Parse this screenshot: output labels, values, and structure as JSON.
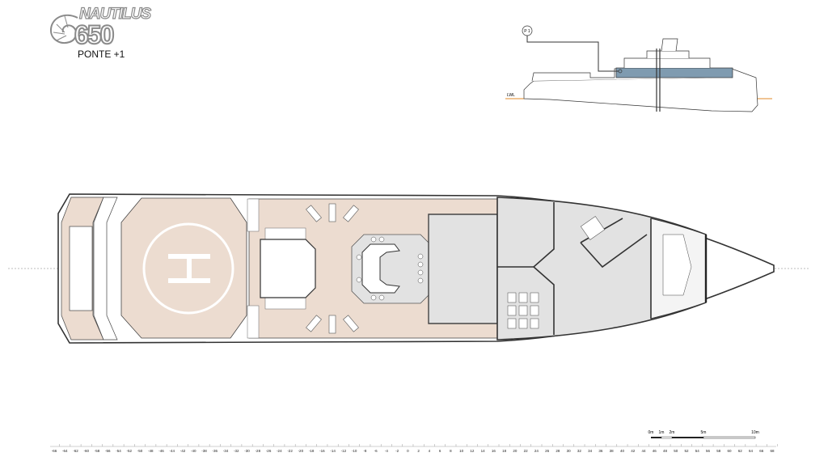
{
  "logo": {
    "word": "NAUTILUS",
    "number": "650",
    "icon": "nautilus-shell-icon"
  },
  "deck_name": "PONTE +1",
  "profile": {
    "callout": "P 1",
    "waterline_label": "LWL"
  },
  "scale_bar": {
    "labels": [
      "0m",
      "1m",
      "2m",
      "5m",
      "10m"
    ]
  },
  "frame_ruler": {
    "labels": [
      "-66",
      "-64",
      "-62",
      "-60",
      "-58",
      "-56",
      "-54",
      "-52",
      "-50",
      "-48",
      "-46",
      "-44",
      "-42",
      "-40",
      "-38",
      "-36",
      "-34",
      "-32",
      "-30",
      "-28",
      "-26",
      "-24",
      "-22",
      "-20",
      "-18",
      "-16",
      "-14",
      "-12",
      "-10",
      "-8",
      "-6",
      "-4",
      "-2",
      "0",
      "2",
      "4",
      "6",
      "8",
      "10",
      "12",
      "14",
      "16",
      "18",
      "20",
      "22",
      "24",
      "26",
      "28",
      "30",
      "32",
      "34",
      "36",
      "38",
      "40",
      "42",
      "44",
      "46",
      "48",
      "50",
      "52",
      "54",
      "56",
      "58",
      "60",
      "62",
      "64",
      "66",
      "68"
    ]
  },
  "colors": {
    "teak": "#ecdcd0",
    "interior": "#e2e2e2",
    "wall": "#444444",
    "waterline": "#e08a2a",
    "deck_highlight": "#7f9bb0"
  }
}
